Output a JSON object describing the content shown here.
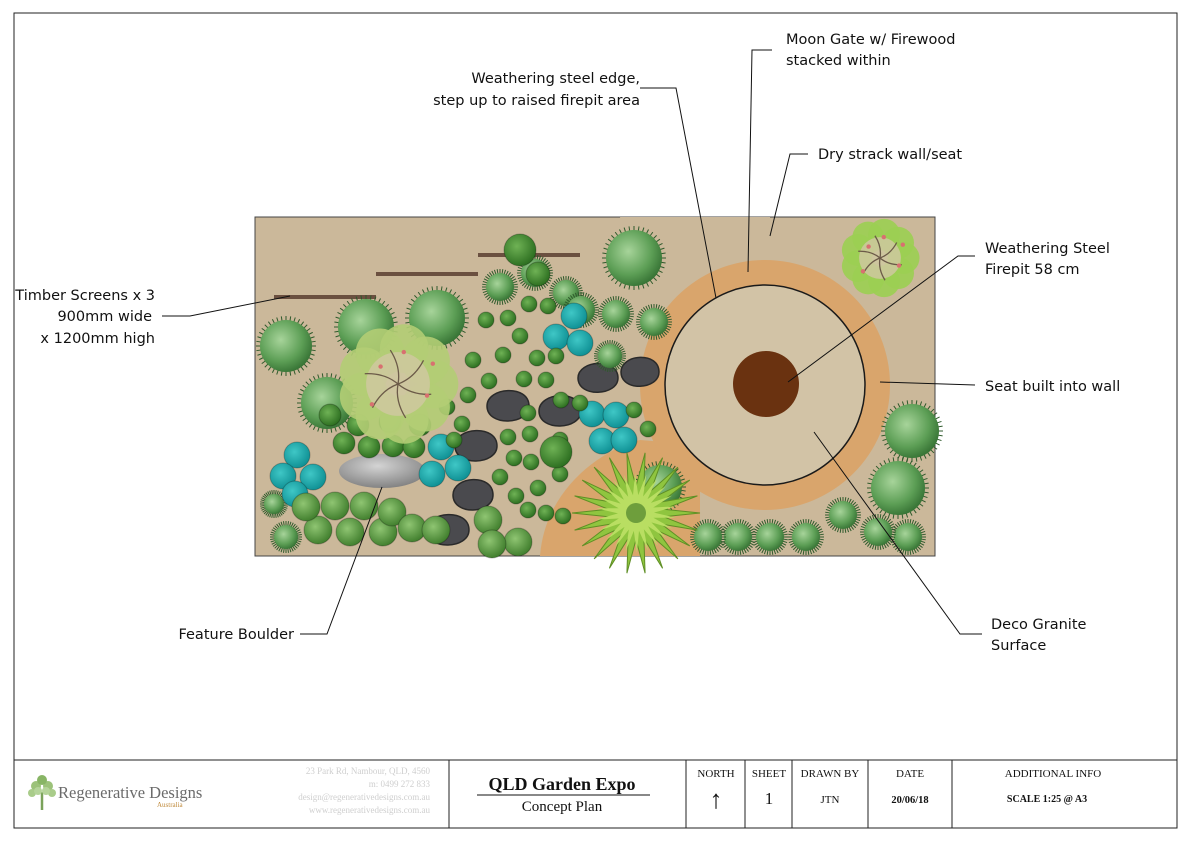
{
  "labels": {
    "moon_gate_1": "Moon Gate w/ Firewood",
    "moon_gate_2": "stacked within",
    "steel_edge_1": "Weathering steel edge,",
    "steel_edge_2": "step up to raised firepit area",
    "dry_wall": "Dry strack wall/seat",
    "firepit_1": "Weathering Steel",
    "firepit_2": "Firepit 58 cm",
    "timber_1": "Timber Screens x 3",
    "timber_2": "900mm wide",
    "timber_3": "x 1200mm high",
    "seat_wall": "Seat built into wall",
    "boulder": "Feature Boulder",
    "granite_1": "Deco Granite",
    "granite_2": "Surface"
  },
  "title_block": {
    "company": "Regenerative Designs",
    "company_sub": "Australia",
    "address_1": "23 Park Rd, Nambour, QLD, 4560",
    "address_2": "m: 0499 272 833",
    "address_3": "design@regenerativedesigns.com.au",
    "address_4": "www.regenerativedesigns.com.au",
    "project_title": "QLD Garden Expo",
    "project_subtitle": "Concept Plan",
    "north_label": "NORTH",
    "north_arrow": "↑",
    "sheet_label": "SHEET",
    "sheet_value": "1",
    "drawn_label": "DRAWN BY",
    "drawn_value": "JTN",
    "date_label": "DATE",
    "date_value": "20/06/18",
    "info_label": "ADDITIONAL INFO",
    "info_value": "SCALE 1:25 @ A3"
  },
  "colors": {
    "ground": "#cbb89a",
    "decomposed_granite": "#d9a56c",
    "firepit_area": "#d2c3a6",
    "firepit": "#6a3210",
    "boulder": "#8d8d8d",
    "stepping_stone": "#4a4a4e",
    "teal_plant": "#1aa5a6",
    "dark_green_plant": "#3f8a2e",
    "mid_green_plant": "#6aa84f",
    "lime_plant": "#a8cf57",
    "timber_screen": "#6b5040"
  }
}
